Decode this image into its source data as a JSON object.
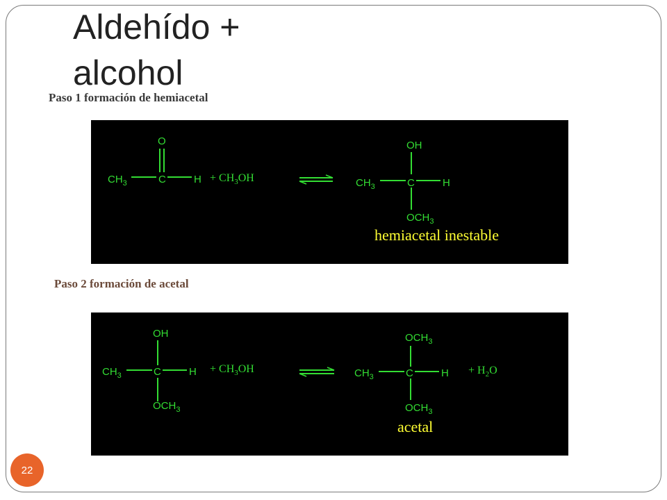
{
  "slide": {
    "title": "Aldehído +\nalcohol",
    "page_number": "22",
    "accent_color": "#e8642a"
  },
  "step1": {
    "heading": "Paso 1 formación de hemiacetal",
    "reactant": {
      "top_atom": "O",
      "left_group": "CH",
      "left_group_sub": "3",
      "center_atom": "C",
      "right_atom": "H"
    },
    "reagent_prefix": "+ CH",
    "reagent_sub": "3",
    "reagent_suffix": "OH",
    "product": {
      "top_group": "OH",
      "left_group": "CH",
      "left_group_sub": "3",
      "center_atom": "C",
      "right_atom": "H",
      "bottom_group": "OCH",
      "bottom_group_sub": "3"
    },
    "caption": "hemiacetal inestable"
  },
  "step2": {
    "heading": "Paso 2 formación de acetal",
    "reactant": {
      "top_group": "OH",
      "left_group": "CH",
      "left_group_sub": "3",
      "center_atom": "C",
      "right_atom": "H",
      "bottom_group": "OCH",
      "bottom_group_sub": "3"
    },
    "reagent_prefix": "+ CH",
    "reagent_sub": "3",
    "reagent_suffix": "OH",
    "product": {
      "top_group": "OCH",
      "top_group_sub": "3",
      "left_group": "CH",
      "left_group_sub": "3",
      "center_atom": "C",
      "right_atom": "H",
      "bottom_group": "OCH",
      "bottom_group_sub": "3"
    },
    "byproduct_prefix": "+  H",
    "byproduct_sub": "2",
    "byproduct_suffix": "O",
    "caption": "acetal"
  },
  "colors": {
    "structure": "#33dd33",
    "caption": "#ffff33",
    "panel_background": "#000000"
  }
}
